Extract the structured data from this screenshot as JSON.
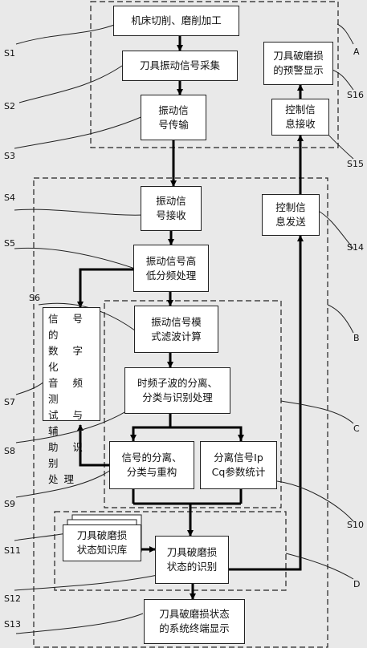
{
  "boxes": {
    "s1": "机床切削、磨削加工",
    "s2": "刀具振动信号采集",
    "s3": "振动信\n号传输",
    "s4": "振动信\n号接收",
    "s5": "振动信号高\n低分频处理",
    "s6": "振动信号模\n式滤波计算",
    "s7": "信 号 的\n数 字 化\n音 频 测\n试 与 辅\n助 识 别\n处理",
    "s8": "时频子波的分离、\n分类与识别处理",
    "s9": "信号的分离、\n分类与重构",
    "s10": "分离信号Ip\nCq参数统计",
    "s11": "刀具破磨损\n状态知识库",
    "s12": "刀具破磨损\n状态的识别",
    "s13": "刀具破磨损状态\n的系统终端显示",
    "s14": "控制信\n息发送",
    "s15": "控制信\n息接收",
    "s16": "刀具破磨损\n的预警显示"
  },
  "labels": {
    "s1": "S1",
    "s2": "S2",
    "s3": "S3",
    "s4": "S4",
    "s5": "S5",
    "s6": "S6",
    "s7": "S7",
    "s8": "S8",
    "s9": "S9",
    "s10": "S10",
    "s11": "S11",
    "s12": "S12",
    "s13": "S13",
    "s14": "S14",
    "s15": "S15",
    "s16": "S16",
    "a": "A",
    "b": "B",
    "c": "C",
    "d": "D"
  }
}
